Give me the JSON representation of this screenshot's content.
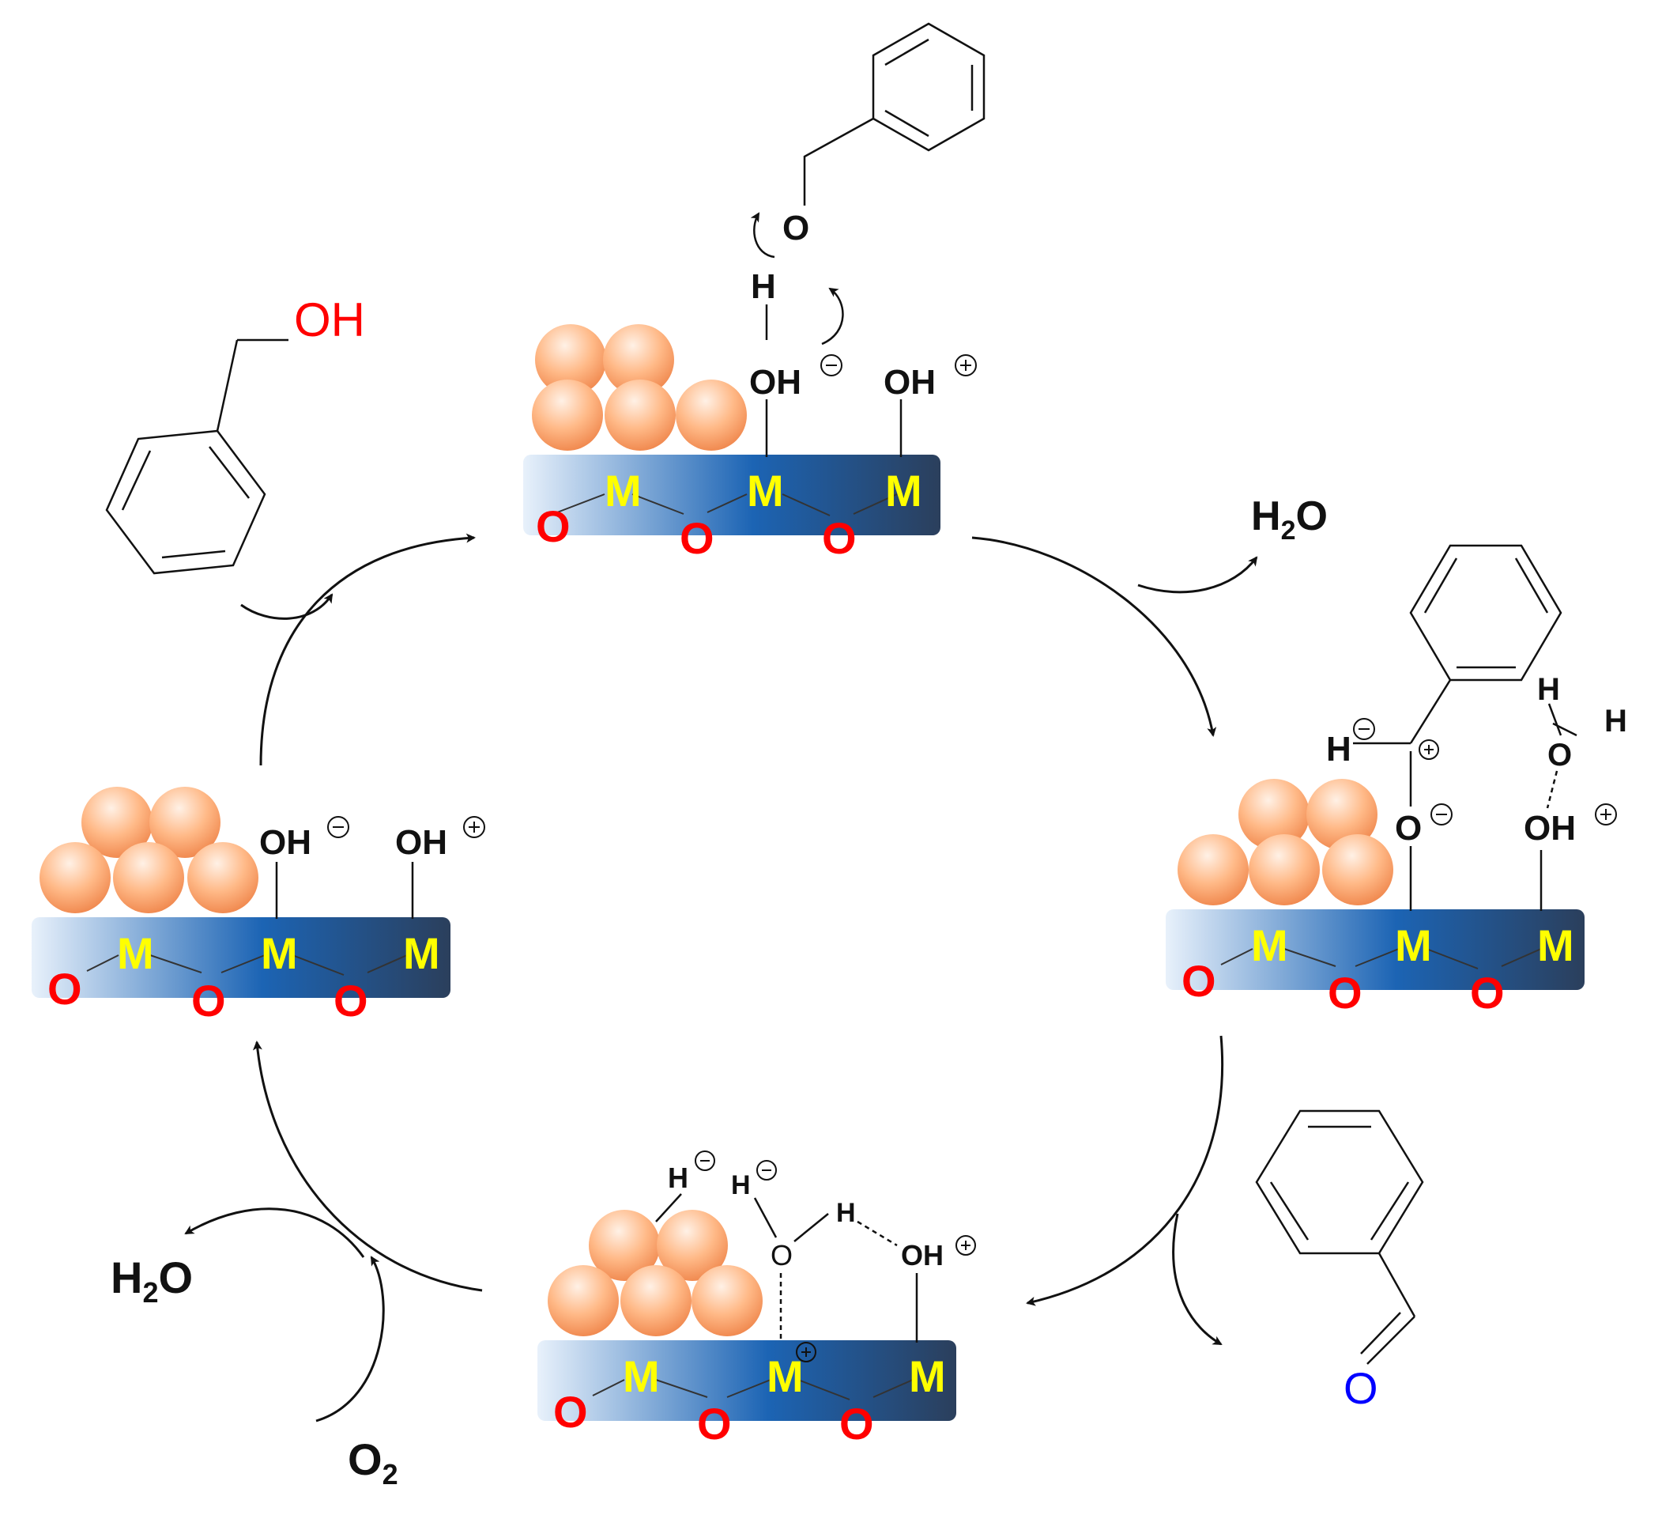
{
  "colors": {
    "metal_label": "#ffff00",
    "oxide_oxygen": "#ff0000",
    "alcohol_oh": "#ff0000",
    "carbonyl_oxygen": "#0000ff",
    "bond": "#111111",
    "support_light": "#e8f1fb",
    "support_mid": "#1c64b4",
    "support_dark": "#2b3f5c",
    "particle_light": "#fff1e6",
    "particle_mid": "#ffb987",
    "particle_dark": "#f0884e"
  },
  "labels": {
    "metal": "M",
    "oxide_o": "O",
    "oh": "OH",
    "o": "O",
    "h": "H",
    "plus": "+",
    "minus": "−",
    "water_h": "H",
    "water_sub": "2",
    "water_o": "O",
    "oxygen_o": "O",
    "oxygen_sub": "2",
    "reactant_oh": "OH",
    "product_o": "O"
  }
}
